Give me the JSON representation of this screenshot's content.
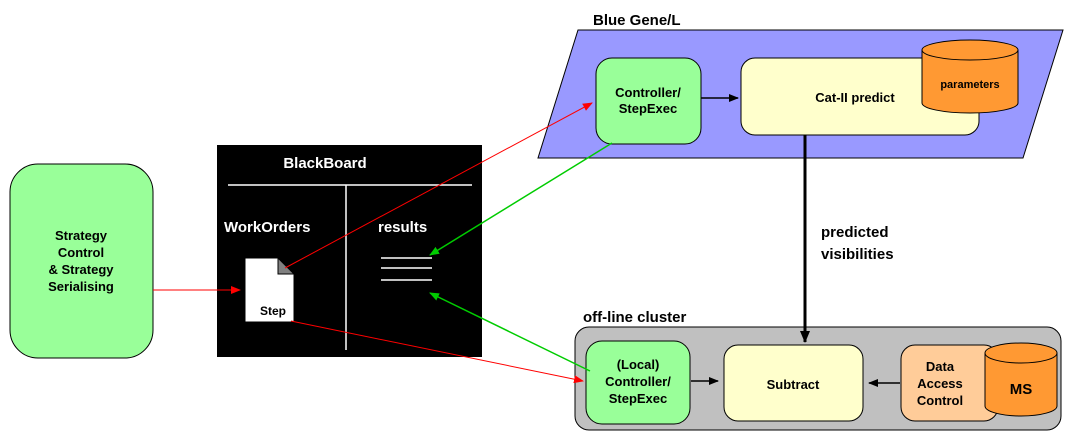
{
  "blue_gene": {
    "title": "Blue Gene/L",
    "controller_line1": "Controller/",
    "controller_line2": "StepExec",
    "predict_label": "Cat-II predict",
    "parameters_label": "parameters"
  },
  "blackboard": {
    "title": "BlackBoard",
    "workorders_label": "WorkOrders",
    "results_label": "results",
    "step_label": "Step"
  },
  "strategy": {
    "line1": "Strategy",
    "line2": "Control",
    "line3": "& Strategy",
    "line4": "Serialising"
  },
  "flow": {
    "predicted_line1": "predicted",
    "predicted_line2": "visibilities"
  },
  "cluster": {
    "title": "off-line cluster",
    "controller_line1": "(Local)",
    "controller_line2": "Controller/",
    "controller_line3": "StepExec",
    "subtract_label": "Subtract",
    "dac_line1": "Data",
    "dac_line2": "Access",
    "dac_line3": "Control",
    "ms_label": "MS"
  },
  "colors": {
    "strategy_fill": "#99ff99",
    "controller_fill": "#99ff99",
    "process_fill": "#ffffcc",
    "dac_fill": "#ffcc99",
    "storage_fill": "#ff9933",
    "bluegene_fill": "#9999ff",
    "cluster_fill": "#c0c0c0",
    "blackboard_fill": "#000000",
    "request_arrow": "#ff0000",
    "result_arrow": "#00cc00"
  }
}
